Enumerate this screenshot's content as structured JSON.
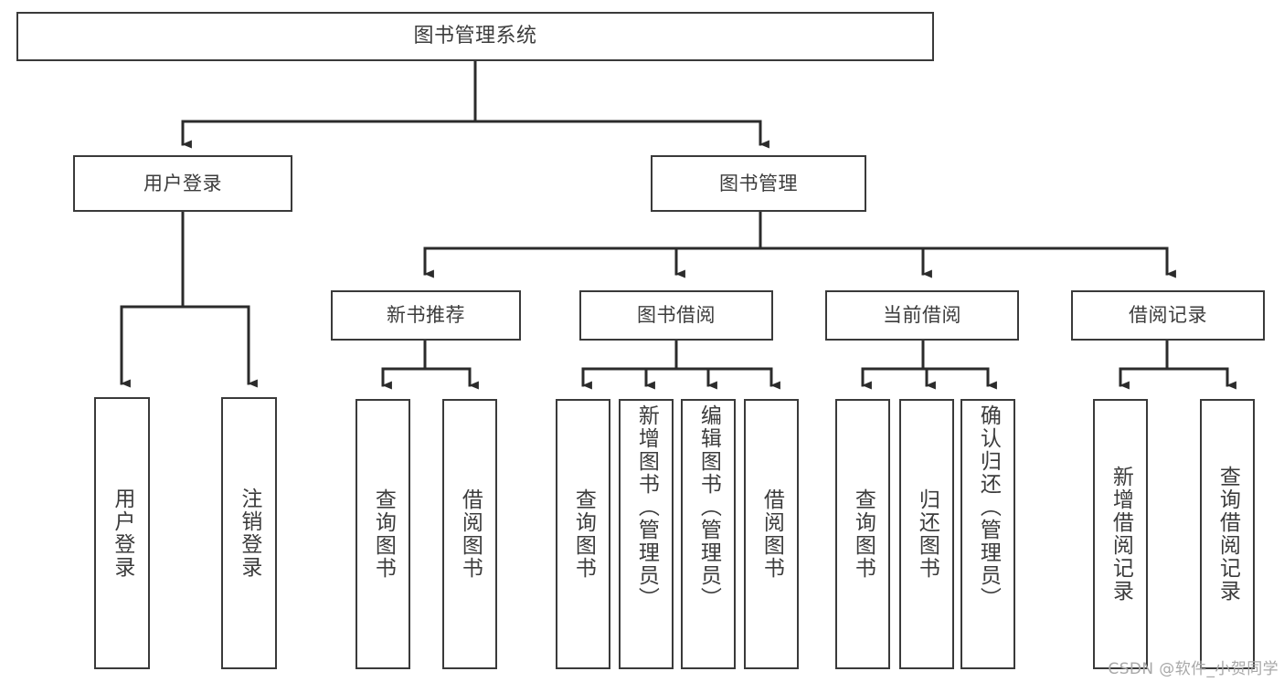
{
  "diagram": {
    "title": "图书管理系统",
    "type": "tree-hierarchy-chart",
    "colors": {
      "box_border": "#3a3a3a",
      "box_fill": "#ffffff",
      "text": "#3c3c3c",
      "connector": "#2b2b2b",
      "watermark": "#a8a8a8",
      "background": "#ffffff"
    },
    "root": {
      "label": "图书管理系统"
    },
    "level2": [
      {
        "label": "用户登录"
      },
      {
        "label": "图书管理"
      }
    ],
    "level3": [
      {
        "label": "新书推荐"
      },
      {
        "label": "图书借阅"
      },
      {
        "label": "当前借阅"
      },
      {
        "label": "借阅记录"
      }
    ],
    "leaves": {
      "user_login": [
        {
          "label": "用户登录"
        },
        {
          "label": "注销登录"
        }
      ],
      "new_book_recommend": [
        {
          "label": "查询图书"
        },
        {
          "label": "借阅图书"
        }
      ],
      "book_borrow": [
        {
          "label": "查询图书"
        },
        {
          "label": "新增图书（管理员）"
        },
        {
          "label": "编辑图书（管理员）"
        },
        {
          "label": "借阅图书"
        }
      ],
      "current_borrow": [
        {
          "label": "查询图书"
        },
        {
          "label": "归还图书"
        },
        {
          "label": "确认归还（管理员）"
        }
      ],
      "borrow_record": [
        {
          "label": "新增借阅记录"
        },
        {
          "label": "查询借阅记录"
        }
      ]
    }
  },
  "watermark": {
    "text": "CSDN @软件_小贺同学"
  }
}
